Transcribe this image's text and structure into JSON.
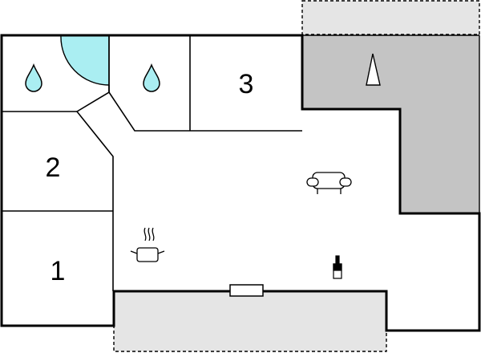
{
  "floorplan": {
    "rooms": [
      {
        "number": "1",
        "type": "bedroom"
      },
      {
        "number": "2",
        "type": "bedroom"
      },
      {
        "number": "3",
        "type": "bedroom"
      }
    ],
    "bathrooms": [
      {
        "icon": "water-drop-icon",
        "shower": true
      },
      {
        "icon": "water-drop-icon",
        "shower": false
      }
    ],
    "living_area_icons": [
      "sofa-icon",
      "cooking-pot-icon",
      "wine-bottle-icon"
    ],
    "terrace_icon": "tree-icon",
    "colors": {
      "wall": "#000000",
      "floor": "#ffffff",
      "terrace": "#c4c4c4",
      "outdoor_area": "#e5e5e5",
      "shower": "#aaeef2",
      "water_drop": "#aaeef2"
    }
  }
}
